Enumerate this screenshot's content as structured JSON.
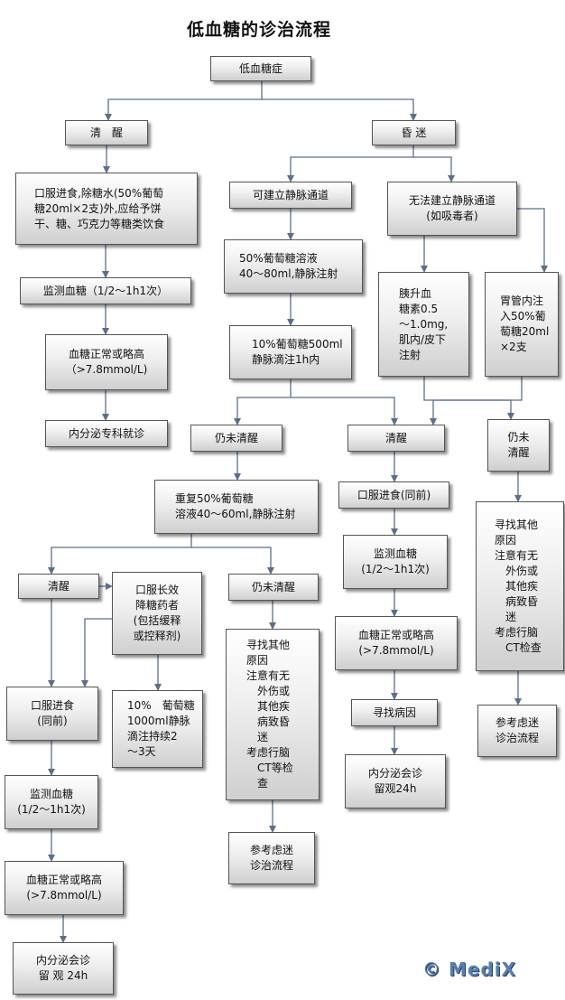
{
  "title": "低血糖的诊治流程",
  "watermark": "© MediX",
  "colors": {
    "line": "#5a6f8c",
    "box_border": "#555555"
  },
  "nodes": {
    "root": "低血糖症",
    "awake": "清　醒",
    "coma": "昏 迷",
    "oral_intake": "口服进食,除糖水(50%葡萄\n糖20ml×2支)外,应给予饼\n干、糖、巧克力等糖类饮食",
    "monitor_1": "监测血糖（1/2～1h1次）",
    "normal_1": "血糖正常或略高\n（>7.8mmol/L)",
    "endo_1": "内分泌专科就诊",
    "iv_ok": "可建立静脉通道",
    "iv_no": "无法建立静脉通道\n(如吸毒者)",
    "glucose50": "50%葡萄糖溶液\n40～80ml,静脉注射",
    "glucose10": "10%葡萄糖500ml\n静脉滴注1h内",
    "glucagon": "胰升血\n糖素0.5\n～1.0mg,\n肌内/皮下\n注射",
    "gastric": "胃管内注\n入50%葡\n萄糖20ml\n×2支",
    "still_coma_a": "仍未清醒",
    "awake_b": "清醒",
    "still_coma_b": "仍未\n清醒",
    "repeat50": "重复50%葡萄糖\n溶液40～60ml,静脉注射",
    "awake_c": "清醒",
    "long_acting": "口服长效\n降糖药者\n(包括缓释\n或控释剂)",
    "still_coma_c": "仍未清醒",
    "oral_b": "口服进食(同前)",
    "monitor_b": "监测血糖\n(1/2～1h1次)",
    "normal_b": "血糖正常或略高\n(>7.8mmol/L)",
    "find_cause": "寻找病因",
    "endo_b": "内分泌会诊\n留观24h",
    "other_cause_r": "寻找其他\n原因\n注意有无\n　外伤或\n　其他疾\n　病致昏\n　迷\n考虑行脑\n　CT检查",
    "ref_r": "参考虑迷\n诊治流程",
    "oral_c": "口服进食\n(同前)",
    "glucose10_drip": "10%　葡萄糖\n1000ml静脉\n滴注持续2\n～3天",
    "other_cause_m": "寻找其他\n原因\n注意有无\n　外伤或\n　其他疾\n　病致昏\n　迷\n考虑行脑\n　CT等检\n　查",
    "ref_m": "参考虑迷\n诊治流程",
    "monitor_c": "监测血糖\n(1/2～1h1次)",
    "normal_c": "血糖正常或略高\n(>7.8mmol/L)",
    "endo_c": "内分泌会诊\n留 观 24h"
  }
}
